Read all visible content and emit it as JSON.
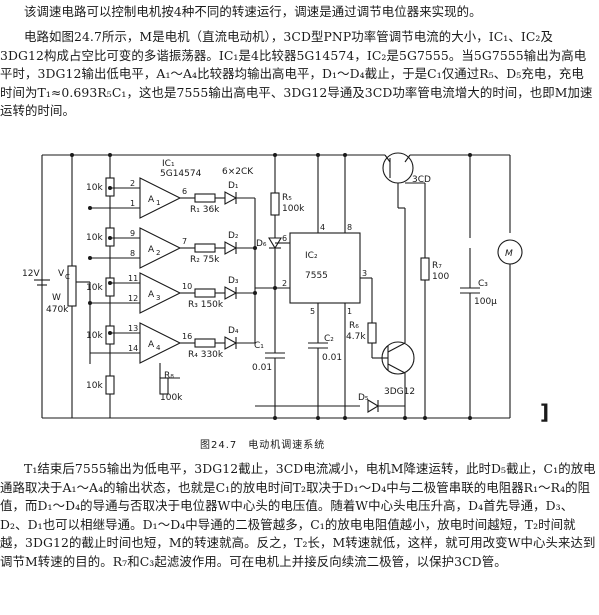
{
  "paragraphs": {
    "p1": "该调速电路可以控制电机按4种不同的转速运行，调速是通过调节电位器来实现的。",
    "p2": "电路如图24.7所示，M是电机（直流电动机），3CD型PNP功率管调节电流的大小，IC₁、IC₂及3DG12构成占空比可变的多谐振荡器。IC₁是4比较器5G14574，IC₂是5G7555。当5G7555输出为高电平时，3DG12输出低电平，A₁～A₄比较器均输出高电平，D₁～D₄截止，于是C₁仅通过R₅、D₅充电，充电时间为T₁≈0.693R₅C₁，这也是7555输出高电平、3DG12导通及3CD功率管电流增大的时间，也即M加速运转的时间。",
    "p3": "T₁结束后7555输出为低电平，3DG12截止，3CD电流减小，电机M降速运转，此时D₅截止，C₁的放电通路取决于A₁～A₄的输出状态，也就是C₁的放电时间T₂取决于D₁～D₄中与二极管串联的电阻器R₁～R₄的阻值，而D₁～D₄的导通与否取决于电位器W中心头的电压值。随着W中心头电压升高，D₄首先导通，D₃、D₂、D₁也可以相继导通。D₁～D₄中导通的二极管越多，C₁的放电电阻值越小，放电时间越短，T₂时间就越，3DG12的截止时间也短，M的转速就高。反之，T₂长，M转速就低，这样，就可用改变W中心头来达到调节M转速的目的。R₇和C₃起滤波作用。可在电机上并接反向续流二极管，以保护3CD管。"
  },
  "figure": {
    "caption": "图24.7　电动机调速系统",
    "labels": {
      "ic1_name": "IC₁",
      "ic1_part": "5G14574",
      "diodes_note": "6×2CK",
      "ic2_name": "IC₂",
      "ic2_part": "7555",
      "q1": "3CD",
      "q2": "3DG12",
      "supply": "12V",
      "vc": "V",
      "vc_sub": "C",
      "pot": "W",
      "pot_val": "470k",
      "r10k_1": "10k",
      "r10k_2": "10k",
      "r10k_3": "10k",
      "r10k_4": "10k",
      "r10k_5": "10k",
      "a1": "A",
      "a2": "A",
      "a3": "A",
      "a4": "A",
      "a1s": "1",
      "a2s": "2",
      "a3s": "3",
      "a4s": "4",
      "r1": "R₁ 36k",
      "r2": "R₂ 75k",
      "r3": "R₃ 150k",
      "r4": "R₄ 330k",
      "d1": "D₁",
      "d2": "D₂",
      "d3": "D₃",
      "d4": "D₄",
      "d5": "D₅",
      "d6": "D₆",
      "r5": "R₅",
      "r5v": "100k",
      "r6": "R₆",
      "r6v": "4.7k",
      "r7": "R₇",
      "r7v": "100",
      "r8": "R₈",
      "r8v": "100k",
      "c1": "C₁",
      "c1v": "0.01",
      "c2": "C₂",
      "c2v": "0.01",
      "c3": "C₃",
      "c3v": "100μ",
      "motor": "M",
      "pin2": "2",
      "pin1": "1",
      "pin6": "6",
      "pin7": "7",
      "pin9": "9",
      "pin8": "8",
      "pin11": "11",
      "pin12": "12",
      "pin10": "10",
      "pin13": "13",
      "pin14": "14",
      "pin16": "16",
      "p7555_4": "4",
      "p7555_8": "8",
      "p7555_6": "6",
      "p7555_2": "2",
      "p7555_3": "3",
      "p7555_5": "5",
      "p7555_1": "1"
    }
  },
  "margin_mark": "]"
}
